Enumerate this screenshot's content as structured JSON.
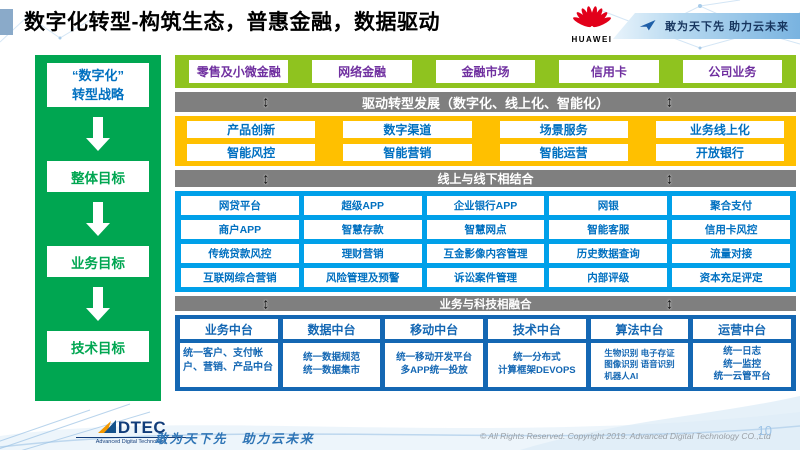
{
  "colors": {
    "strategy_green": "#00a651",
    "business_green": "#8fc31f",
    "capability_yellow": "#ffc000",
    "application_cyan": "#00a0e9",
    "platform_blue": "#1467b3",
    "bar_gray": "#7f7f7f",
    "business_text_purple": "#7030a0",
    "box_text_blue": "#0070c0",
    "huawei_red": "#e2001a",
    "slogan_blue": "#2e74b5"
  },
  "header": {
    "title": "数字化转型-构筑生态，普惠金融，数据驱动",
    "logo_text": "HUAWEI",
    "banner_slogan": "敢为天下先 助力云未来"
  },
  "strategy_panel": {
    "items": [
      "“数字化”\n转型战略",
      "整体目标",
      "业务目标",
      "技术目标"
    ]
  },
  "business_lines": [
    "零售及小微金融",
    "网络金融",
    "金融市场",
    "信用卡",
    "公司业务"
  ],
  "section_bars": {
    "drive": "驱动转型发展（数字化、线上化、智能化）",
    "online_offline": "线上与线下相结合",
    "biz_tech": "业务与科技相融合",
    "updown_arrow": "↕"
  },
  "capabilities": {
    "row1": [
      "产品创新",
      "数字渠道",
      "场景服务",
      "业务线上化"
    ],
    "row2": [
      "智能风控",
      "智能营销",
      "智能运营",
      "开放银行"
    ]
  },
  "applications": {
    "rows": [
      [
        "网贷平台",
        "超级APP",
        "企业银行APP",
        "网银",
        "聚合支付"
      ],
      [
        "商户APP",
        "智慧存款",
        "智慧网点",
        "智能客服",
        "信用卡风控"
      ],
      [
        "传统贷款风控",
        "理财营销",
        "互金影像内容管理",
        "历史数据查询",
        "流量对接"
      ],
      [
        "互联网综合营销",
        "风险管理及预警",
        "诉讼案件管理",
        "内部评级",
        "资本充足评定"
      ]
    ]
  },
  "platforms": {
    "columns": [
      {
        "title": "业务中台",
        "detail": "统一客户、支付帐户、营销、产品中台"
      },
      {
        "title": "数据中台",
        "detail": "统一数据规范\n统一数据集市"
      },
      {
        "title": "移动中台",
        "detail": "统一移动开发平台\n多APP统一投放"
      },
      {
        "title": "技术中台",
        "detail": "统一分布式\n计算框架DEVOPS"
      },
      {
        "title": "算法中台",
        "detail": "生物识别 电子存证\n图像识别 语音识别\n机器人AI"
      },
      {
        "title": "运营中台",
        "detail": "统一日志\n统一监控\n统一云管平台"
      }
    ]
  },
  "footer": {
    "logo_text": "DTEC",
    "logo_subtext": "Advanced Digital Technology",
    "slogan": "敢为天下先　助力云未来",
    "copyright": "© All Rights Reserved. Copyright 2019. Advanced Digital Technology CO.,Ltd",
    "page_number": "10"
  }
}
